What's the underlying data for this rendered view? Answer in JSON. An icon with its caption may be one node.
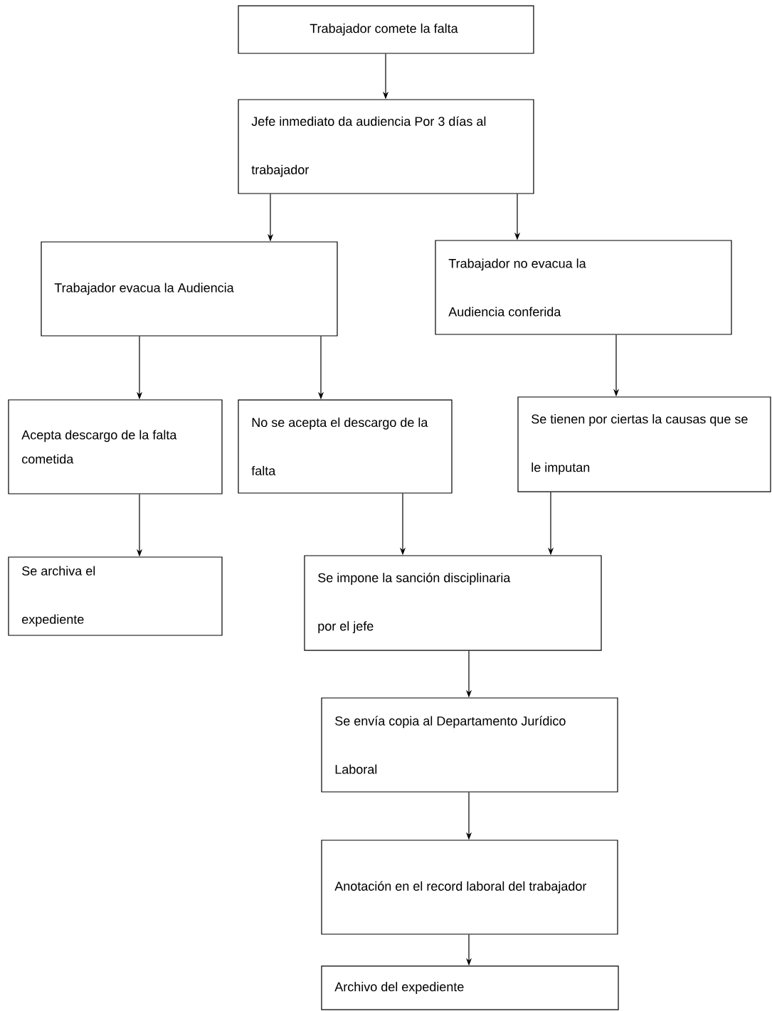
{
  "diagram": {
    "nodes": [
      {
        "text": [
          "Trabajador comete la falta"
        ]
      },
      {
        "text": [
          "Jefe inmediato da audiencia Por 3 días al trabajador"
        ]
      },
      {
        "text": [
          "Trabajador evacua la Audiencia"
        ]
      },
      {
        "text": [
          "Trabajador no evacua la Audiencia conferida"
        ]
      },
      {
        "text": [
          "Acepta descargo de la falta cometida"
        ]
      },
      {
        "text": [
          "No se acepta el descargo de la falta"
        ]
      },
      {
        "text": [
          "Se tienen por ciertas la causas que se le imputan"
        ]
      },
      {
        "text": [
          "Se archiva el expediente"
        ]
      },
      {
        "text": [
          "Se impone la sanción disciplinaria por el jefe"
        ]
      },
      {
        "text": [
          "Se envía copia al Departamento Jurídico Laboral"
        ]
      },
      {
        "text": [
          "Anotación en el record laboral del trabajador"
        ]
      },
      {
        "text": [
          "Archivo del expediente"
        ]
      }
    ],
    "edges": [
      {
        "from": 0,
        "to": 1,
        "arrow": "to"
      },
      {
        "from": 1,
        "to": 2,
        "arrow": "to"
      },
      {
        "from": 1,
        "to": 3,
        "arrow": "to"
      },
      {
        "from": 2,
        "to": 4,
        "arrow": "to"
      },
      {
        "from": 2,
        "to": 5,
        "arrow": "to"
      },
      {
        "from": 3,
        "to": 6,
        "arrow": "to"
      },
      {
        "from": 4,
        "to": 7,
        "arrow": "to"
      },
      {
        "from": 5,
        "to": 8,
        "arrow": "to"
      },
      {
        "from": 6,
        "to": 8,
        "arrow": "to"
      },
      {
        "from": 8,
        "to": 9,
        "arrow": "to"
      },
      {
        "from": 9,
        "to": 10,
        "arrow": "to"
      },
      {
        "from": 10,
        "to": 11,
        "arrow": "to"
      }
    ]
  }
}
